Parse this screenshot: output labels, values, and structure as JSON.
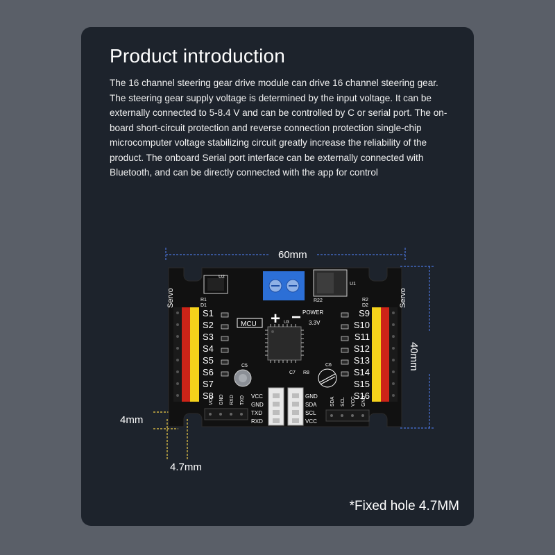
{
  "title": "Product introduction",
  "description": "The 16 channel steering gear drive module can drive 16 channel steering gear. The steering gear supply voltage is determined by the input voltage. It can be externally connected to 5-8.4  V  and can be controlled by C or serial port. The on-board short-circuit protection and reverse connection protection single-chip microcomputer voltage stabilizing circuit greatly increase the reliability of the product. The onboard Serial port interface can be externally connected with Bluetooth, and can be directly connected with the app for control",
  "dimensions": {
    "width": "60mm",
    "height": "40mm",
    "hole_edge": "4mm",
    "hole_diameter": "4.7mm"
  },
  "note": "*Fixed hole 4.7MM",
  "board": {
    "servo_label": "Servo",
    "left_channels": [
      "S1",
      "S2",
      "S3",
      "S4",
      "S5",
      "S6",
      "S7",
      "S8"
    ],
    "right_channels": [
      "S9",
      "S10",
      "S11",
      "S12",
      "S13",
      "S14",
      "S15",
      "S16"
    ],
    "mcu_label": "MCU",
    "power_label": "POWER",
    "voltage_label": "3.3V",
    "plus_sign": "+",
    "minus_sign": "−",
    "serial_pins": [
      "VCC",
      "GND",
      "TXD",
      "RXD"
    ],
    "serial_pins_top": [
      "VCC",
      "GND",
      "RXD",
      "TXD"
    ],
    "i2c_pins": [
      "GND",
      "SDA",
      "SCL",
      "VCC"
    ],
    "i2c_pins_top": [
      "SDA",
      "SCL",
      "VCC",
      "GND"
    ],
    "component_labels": {
      "u2": "U2",
      "u3": "U3",
      "u1": "U1",
      "r1": "R1",
      "d1": "D1",
      "r2": "R2",
      "d2": "D2",
      "c5": "C5",
      "c6": "C6",
      "c7": "C7",
      "r22": "R22",
      "r8": "R8"
    },
    "colors": {
      "pcb": "#111111",
      "header_red": "#cc2418",
      "header_yellow": "#f5d21b",
      "header_black": "#1a1a1a",
      "terminal_blue": "#2c6fd6",
      "dimension_lines": "#f2cf4a",
      "dimension_vertical": "#4a73d8"
    }
  }
}
